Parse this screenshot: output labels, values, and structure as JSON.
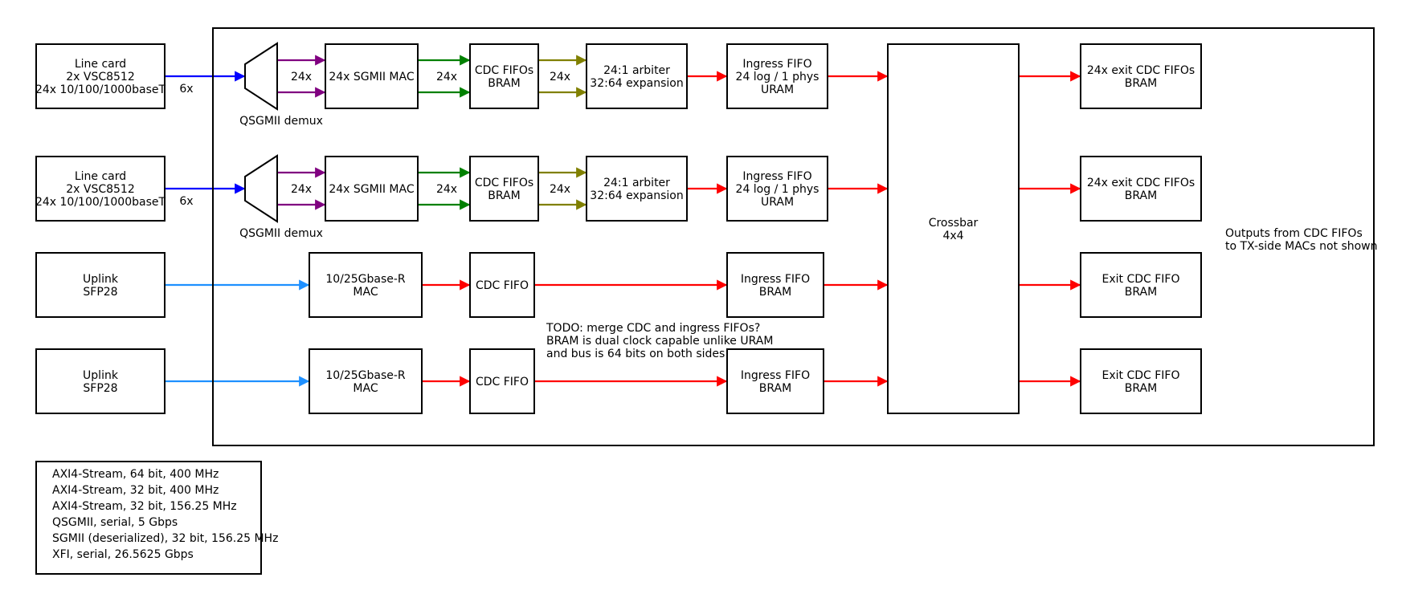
{
  "colors": {
    "axi64": "#ff0000",
    "axi32_400": "#808000",
    "axi32_156": "#008000",
    "qsgmii": "#0000ff",
    "sgmii": "#800080",
    "xfi": "#1e90ff"
  },
  "line_card": {
    "lines": [
      "Line card",
      "2x VSC8512",
      "24x 10/100/1000baseT"
    ]
  },
  "uplink": {
    "lines": [
      "Uplink",
      "SFP28"
    ]
  },
  "link_label_6x": "6x",
  "demux_label": "QSGMII demux",
  "mult_24x": "24x",
  "sgmii_mac": "24x SGMII MAC",
  "cdc_fifos": {
    "lines": [
      "CDC FIFOs",
      "BRAM"
    ]
  },
  "arbiter": {
    "lines": [
      "24:1 arbiter",
      "32:64 expansion"
    ]
  },
  "ingress_uram": {
    "lines": [
      "Ingress FIFO",
      "24 log / 1 phys",
      "URAM"
    ]
  },
  "mac_25g": {
    "lines": [
      "10/25Gbase-R",
      "MAC"
    ]
  },
  "cdc_fifo": "CDC FIFO",
  "ingress_bram": {
    "lines": [
      "Ingress FIFO",
      "BRAM"
    ]
  },
  "crossbar": {
    "lines": [
      "Crossbar",
      "4x4"
    ]
  },
  "exit_24x": {
    "lines": [
      "24x exit CDC FIFOs",
      "BRAM"
    ]
  },
  "exit_single": {
    "lines": [
      "Exit CDC FIFO",
      "BRAM"
    ]
  },
  "outputs_note": {
    "lines": [
      "Outputs from CDC FIFOs",
      "to TX-side MACs not shown"
    ]
  },
  "todo_note": {
    "lines": [
      "TODO: merge CDC and ingress FIFOs?",
      "BRAM is dual clock capable unlike URAM",
      "and bus is 64 bits on both sides"
    ]
  },
  "legend": [
    {
      "label": "AXI4-Stream, 64 bit, 400 MHz",
      "color": "#ff0000"
    },
    {
      "label": "AXI4-Stream, 32 bit, 400 MHz",
      "color": "#808000"
    },
    {
      "label": "AXI4-Stream, 32 bit, 156.25 MHz",
      "color": "#008000"
    },
    {
      "label": "QSGMII, serial, 5 Gbps",
      "color": "#0000ff"
    },
    {
      "label": "SGMII (deserialized), 32 bit, 156.25 MHz",
      "color": "#800080"
    },
    {
      "label": "XFI, serial, 26.5625 Gbps",
      "color": "#1e90ff"
    }
  ]
}
